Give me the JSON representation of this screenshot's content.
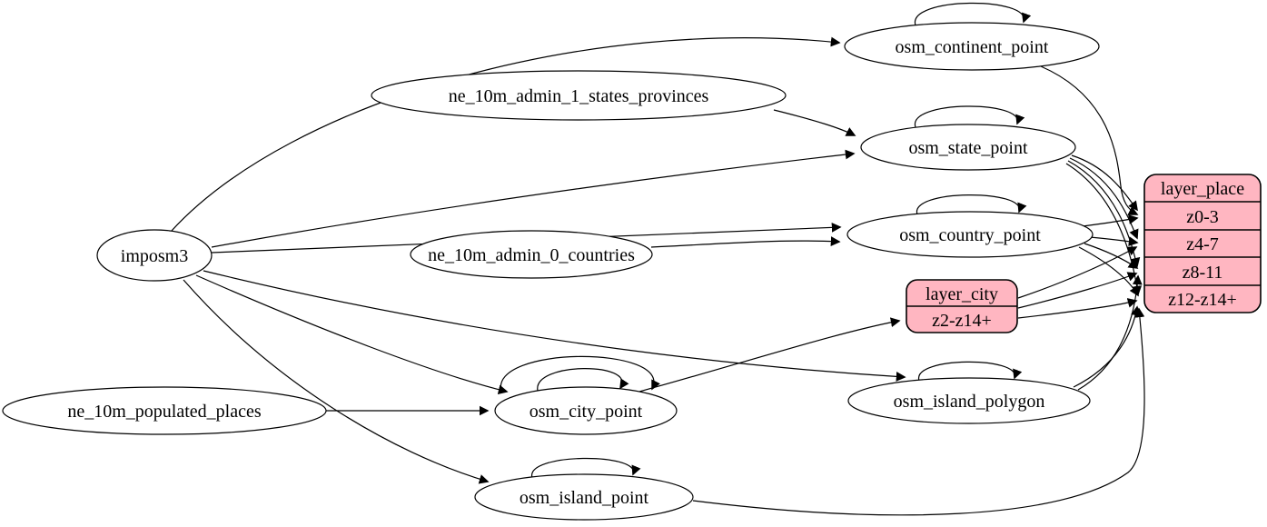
{
  "diagram": {
    "type": "etl-graph",
    "record_fill_color": "#ffb6c1",
    "edge_color": "#000000",
    "nodes": {
      "imposm3": {
        "label": "imposm3",
        "shape": "ellipse"
      },
      "ne_10m_admin_1_states_provinces": {
        "label": "ne_10m_admin_1_states_provinces",
        "shape": "ellipse"
      },
      "ne_10m_admin_0_countries": {
        "label": "ne_10m_admin_0_countries",
        "shape": "ellipse"
      },
      "ne_10m_populated_places": {
        "label": "ne_10m_populated_places",
        "shape": "ellipse"
      },
      "osm_continent_point": {
        "label": "osm_continent_point",
        "shape": "ellipse",
        "self_loops": 1
      },
      "osm_state_point": {
        "label": "osm_state_point",
        "shape": "ellipse",
        "self_loops": 1
      },
      "osm_country_point": {
        "label": "osm_country_point",
        "shape": "ellipse",
        "self_loops": 1
      },
      "osm_city_point": {
        "label": "osm_city_point",
        "shape": "ellipse",
        "self_loops": 2
      },
      "osm_island_polygon": {
        "label": "osm_island_polygon",
        "shape": "ellipse",
        "self_loops": 1
      },
      "osm_island_point": {
        "label": "osm_island_point",
        "shape": "ellipse",
        "self_loops": 1
      },
      "layer_city": {
        "label": "layer_city",
        "shape": "record",
        "rows": [
          "z2-z14+"
        ]
      },
      "layer_place": {
        "label": "layer_place",
        "shape": "record",
        "rows": [
          "z0-3",
          "z4-7",
          "z8-11",
          "z12-z14+"
        ]
      }
    },
    "edges": [
      {
        "from": "imposm3",
        "to": "osm_continent_point"
      },
      {
        "from": "imposm3",
        "to": "osm_state_point"
      },
      {
        "from": "imposm3",
        "to": "osm_country_point"
      },
      {
        "from": "imposm3",
        "to": "osm_city_point"
      },
      {
        "from": "imposm3",
        "to": "osm_island_polygon"
      },
      {
        "from": "imposm3",
        "to": "osm_island_point"
      },
      {
        "from": "ne_10m_admin_1_states_provinces",
        "to": "osm_state_point"
      },
      {
        "from": "ne_10m_admin_0_countries",
        "to": "osm_country_point"
      },
      {
        "from": "ne_10m_populated_places",
        "to": "osm_city_point"
      },
      {
        "from": "osm_continent_point",
        "to": "osm_continent_point"
      },
      {
        "from": "osm_state_point",
        "to": "osm_state_point"
      },
      {
        "from": "osm_country_point",
        "to": "osm_country_point"
      },
      {
        "from": "osm_city_point",
        "to": "osm_city_point"
      },
      {
        "from": "osm_city_point",
        "to": "osm_city_point"
      },
      {
        "from": "osm_island_polygon",
        "to": "osm_island_polygon"
      },
      {
        "from": "osm_island_point",
        "to": "osm_island_point"
      },
      {
        "from": "osm_continent_point",
        "to": "layer_place:z0-3"
      },
      {
        "from": "osm_state_point",
        "to": "layer_place:z0-3"
      },
      {
        "from": "osm_state_point",
        "to": "layer_place:z4-7"
      },
      {
        "from": "osm_state_point",
        "to": "layer_place:z8-11"
      },
      {
        "from": "osm_state_point",
        "to": "layer_place:z12-z14+"
      },
      {
        "from": "osm_country_point",
        "to": "layer_place:z0-3"
      },
      {
        "from": "osm_country_point",
        "to": "layer_place:z4-7"
      },
      {
        "from": "osm_country_point",
        "to": "layer_place:z8-11"
      },
      {
        "from": "osm_country_point",
        "to": "layer_place:z12-z14+"
      },
      {
        "from": "osm_city_point",
        "to": "layer_city:z2-z14+"
      },
      {
        "from": "layer_city",
        "to": "layer_place:z4-7"
      },
      {
        "from": "layer_city",
        "to": "layer_place:z8-11"
      },
      {
        "from": "layer_city",
        "to": "layer_place:z12-z14+"
      },
      {
        "from": "osm_island_polygon",
        "to": "layer_place:z8-11"
      },
      {
        "from": "osm_island_polygon",
        "to": "layer_place:z12-z14+"
      },
      {
        "from": "osm_island_point",
        "to": "layer_place:z12-z14+"
      }
    ]
  }
}
